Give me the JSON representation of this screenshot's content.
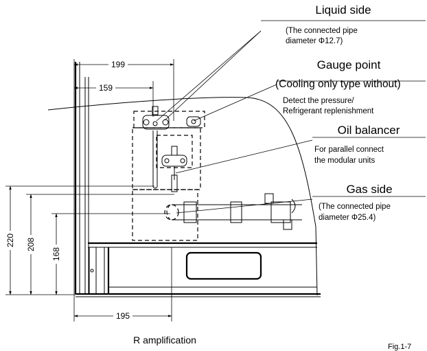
{
  "labels": {
    "liquid_side": {
      "title": "Liquid side",
      "line1": "(The connected pipe",
      "line2": "diameter Φ12.7)"
    },
    "gauge_point": {
      "title": "Gauge point",
      "subtitle": "(Cooling only type without)",
      "line1": "Detect the pressure/",
      "line2": "Refrigerant replenishment"
    },
    "oil_balancer": {
      "title": "Oil balancer",
      "line1": "For parallel connect",
      "line2": "the modular units"
    },
    "gas_side": {
      "title": "Gas side",
      "line1": "(The connected pipe",
      "line2": "diameter Φ25.4)"
    }
  },
  "dimensions": {
    "top_199": "199",
    "top_159": "159",
    "bottom_195": "195",
    "left_220": "220",
    "left_208": "208",
    "left_168": "168"
  },
  "caption": "R amplification",
  "figure_label": "Fig.1-7"
}
